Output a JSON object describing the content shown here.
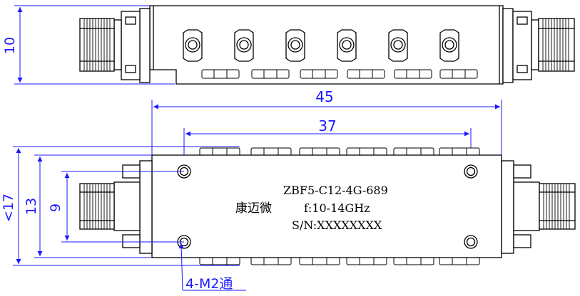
{
  "dimensions": {
    "side_height": "10",
    "overall_length": "45",
    "hole_spacing": "37",
    "overall_width": "<17",
    "body_width": "13",
    "hole_vertical": "9",
    "mounting_holes": "4-M2通"
  },
  "label": {
    "model": "ZBF5-C12-4G-689",
    "maker": "康迈微",
    "frequency": "f:10-14GHz",
    "serial": "S/N:XXXXXXXX"
  },
  "colors": {
    "outline": "#000000",
    "dimension": "#1a1aff"
  },
  "icons": {
    "connector": "sma-connector",
    "tuning_screw": "hex-nut-screw",
    "mounting_hole": "circle-hole"
  }
}
